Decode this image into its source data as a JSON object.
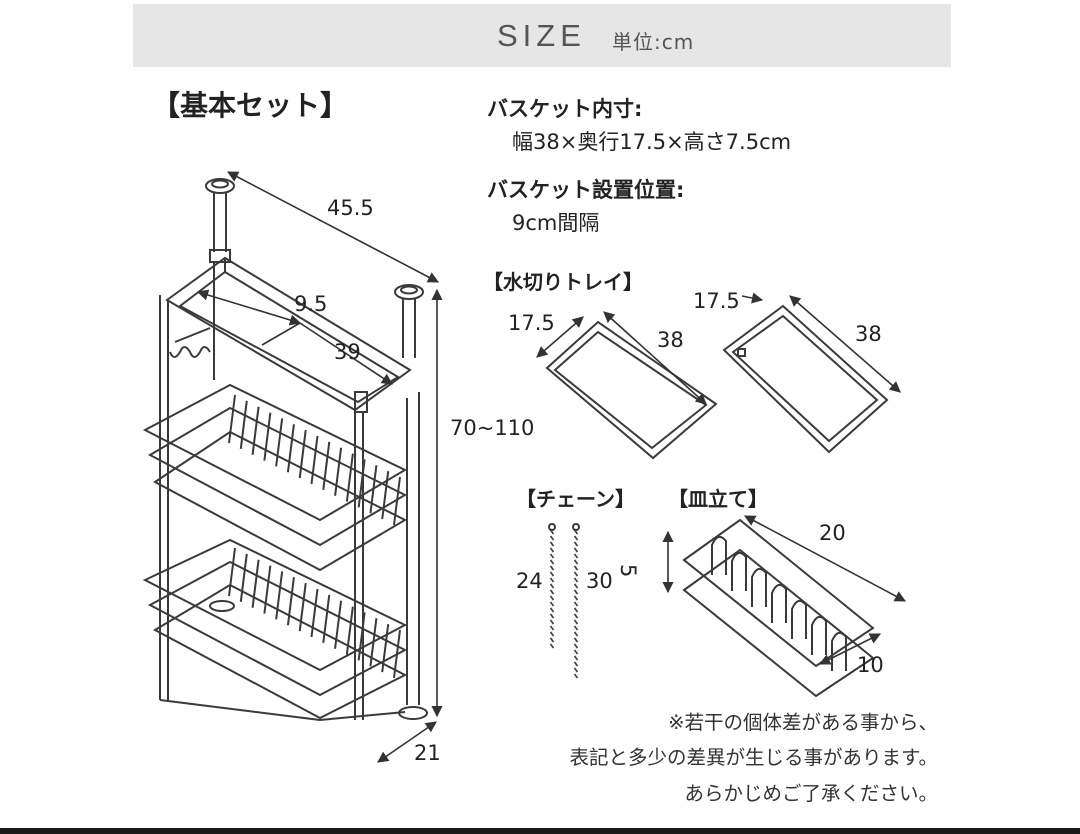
{
  "header": {
    "title": "SIZE",
    "unit": "単位:cm",
    "band_color": "#e6e6e6"
  },
  "basic_set": {
    "heading": "【基本セット】",
    "dimensions": {
      "width": "45.5",
      "shelf_depth": "9.5",
      "shelf_width": "39",
      "height": "70~110",
      "depth": "21"
    }
  },
  "basket_inner": {
    "label": "バスケット内寸:",
    "value": "幅38×奥行17.5×高さ7.5cm"
  },
  "basket_position": {
    "label": "バスケット設置位置:",
    "value": "9cm間隔"
  },
  "drain_tray": {
    "heading": "【水切りトレイ】",
    "tray_left": {
      "depth": "17.5",
      "length": "38"
    },
    "tray_right": {
      "depth": "17.5",
      "length": "38"
    }
  },
  "chain": {
    "heading": "【チェーン】",
    "lengths": [
      "24",
      "30"
    ]
  },
  "dish_rack": {
    "heading": "【皿立て】",
    "length": "20",
    "height": "5",
    "width": "10"
  },
  "note": {
    "lines": [
      "※若干の個体差がある事から、",
      "表記と多少の差異が生じる事があります。",
      "あらかじめご了承ください。"
    ]
  },
  "line_color": "#3a3a3a"
}
